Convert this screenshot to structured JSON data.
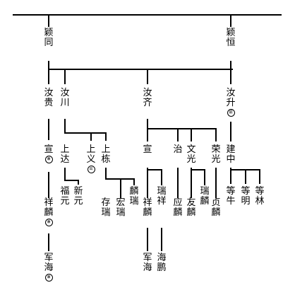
{
  "people": {
    "yingtong": "颖同",
    "yingheng": "颖恒",
    "rugui": "汝贵",
    "ruchuan": "汝川",
    "ruqi": "汝齐",
    "rusheng": "汝升",
    "rusheng_note": "嗣",
    "xuan_a": "宣",
    "xuan_a_note": "兼祧",
    "shangda": "上达",
    "shangyi": "上义",
    "shangyi_note": "出",
    "shangdong": "上栋",
    "xuan_b": "宣",
    "zhi": "治",
    "wenguang": "文光",
    "rongguang": "荣光",
    "jianzhong": "建中",
    "xianglin_a": "祥麟",
    "xianglin_a_note": "兼祧",
    "fuyuan": "福元",
    "xinyuan": "新元",
    "cunrui": "存瑞",
    "hongrui": "宏瑞",
    "linrui": "麟瑞",
    "xianglin_b": "祥麟",
    "ruixiang": "瑞祥",
    "yinglin": "应麟",
    "youlin": "友麟",
    "ruilin": "瑞麟",
    "zhenlin": "贞麟",
    "dengniu": "等牛",
    "dengming": "等明",
    "denglin": "等林",
    "junhai_a": "军海",
    "junhai_a_note": "兼祧",
    "junhai_b": "军海",
    "haipeng": "海鹏"
  }
}
